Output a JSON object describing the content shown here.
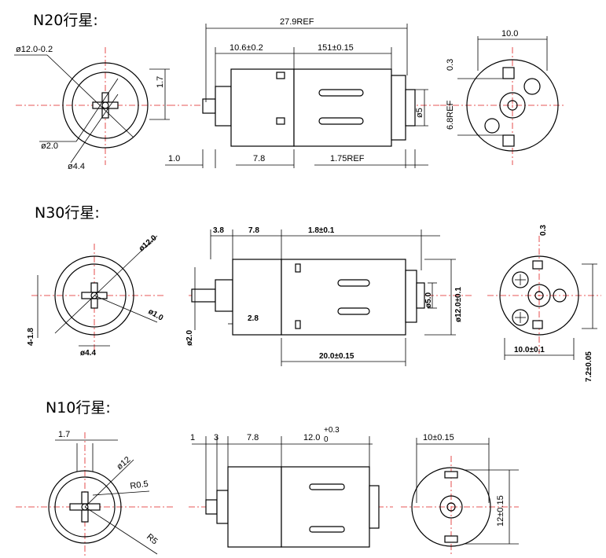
{
  "sections": {
    "n20": {
      "title": "N20行星:",
      "front": {
        "d_outer": "ø12.0-0.2",
        "d_shaft": "ø2.0",
        "d_pcd": "ø4.4",
        "flat": "1.7"
      },
      "side": {
        "total": "27.9REF",
        "gear": "10.6±0.2",
        "motor": "151±0.15",
        "shaft_ext": "1.0",
        "shaft": "7.8",
        "terminal": "1.75REF",
        "boss": "ø5"
      },
      "end": {
        "width": "10.0",
        "tab": "0.3",
        "height": "6.8REF"
      }
    },
    "n30": {
      "title": "N30行星:",
      "front": {
        "d_outer": "ø12.0",
        "d_hole": "ø1.0",
        "d_pcd": "ø4.4",
        "flat": "4-1.8"
      },
      "side": {
        "s1": "3.8",
        "s2": "7.8",
        "s3": "1.8±0.1",
        "shaft": "ø2.0",
        "s4": "2.8",
        "motor": "20.0±0.15",
        "boss": "ø5.0",
        "body": "ø12.0±0.1"
      },
      "end": {
        "tab": "0.3",
        "width": "10.0±0.1",
        "height": "7.2±0.05"
      }
    },
    "n10": {
      "title": "N10行星:",
      "front": {
        "flat": "1.7",
        "d_outer": "ø12",
        "r_small": "R0.5",
        "r_large": "R5"
      },
      "side": {
        "s1": "1",
        "s2": "3",
        "s3": "7.8",
        "motor": "12.0",
        "tol_plus": "+0.3",
        "tol_minus": "0"
      },
      "end": {
        "width": "10±0.15",
        "height": "12±0.15"
      }
    }
  }
}
